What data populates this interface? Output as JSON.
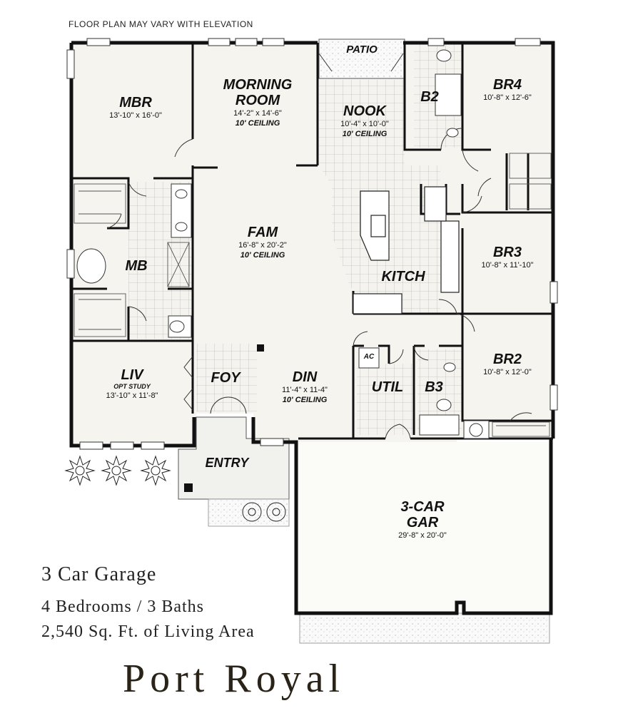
{
  "note": "FLOOR PLAN MAY VARY WITH ELEVATION",
  "rooms": {
    "mbr": {
      "name": "MBR",
      "dims": "13'-10\" x 16'-0\""
    },
    "morning": {
      "name": "MORNING ROOM",
      "dims": "14'-2\" x 14'-6\"",
      "ceiling": "10' CEILING"
    },
    "patio": {
      "name": "PATIO"
    },
    "nook": {
      "name": "NOOK",
      "dims": "10'-4\" x 10'-0\"",
      "ceiling": "10' CEILING"
    },
    "b2": {
      "name": "B2"
    },
    "br4": {
      "name": "BR4",
      "dims": "10'-8\" x 12'-6\""
    },
    "fam": {
      "name": "FAM",
      "dims": "16'-8\" x 20'-2\"",
      "ceiling": "10' CEILING"
    },
    "mb": {
      "name": "MB"
    },
    "br3": {
      "name": "BR3",
      "dims": "10'-8\" x 11'-10\""
    },
    "kitch": {
      "name": "KITCH"
    },
    "liv": {
      "name": "LIV",
      "sub": "OPT STUDY",
      "dims": "13'-10\" x 11'-8\""
    },
    "foy": {
      "name": "FOY"
    },
    "din": {
      "name": "DIN",
      "dims": "11'-4\" x 11-4\"",
      "ceiling": "10' CEILING"
    },
    "ac": {
      "name": "AC"
    },
    "util": {
      "name": "UTIL"
    },
    "b3": {
      "name": "B3"
    },
    "br2": {
      "name": "BR2",
      "dims": "10'-8\" x 12'-0\""
    },
    "entry": {
      "name": "ENTRY"
    },
    "gar": {
      "name": "3-CAR GAR",
      "dims": "29'-8\" x 20'-0\""
    }
  },
  "summary": {
    "garage": "3 Car Garage",
    "beds_baths": "4 Bedrooms / 3 Baths",
    "area": "2,540 Sq. Ft. of Living Area"
  },
  "title": "Port Royal"
}
